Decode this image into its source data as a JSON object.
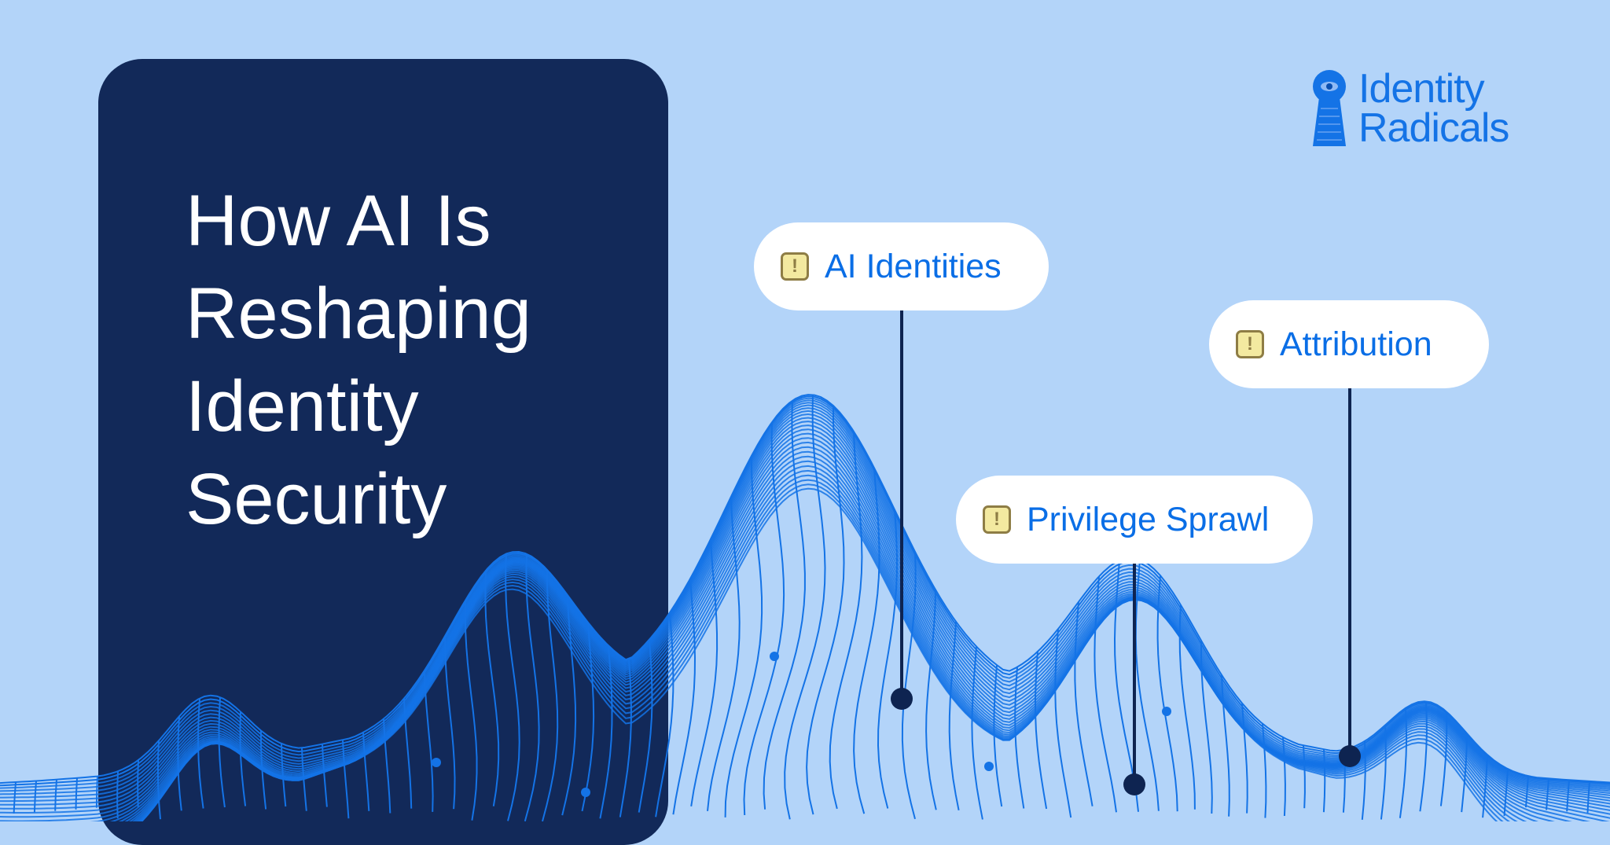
{
  "headline": {
    "lines": [
      "How AI Is",
      "Reshaping",
      "Identity",
      "Security"
    ]
  },
  "brand": {
    "name_line1": "Identity",
    "name_line2": "Radicals",
    "logo_icon": "keyhole-eye-icon",
    "color": "#1473e6"
  },
  "callouts": [
    {
      "label": "AI Identities",
      "icon": "warning-icon"
    },
    {
      "label": "Privilege Sprawl",
      "icon": "warning-icon"
    },
    {
      "label": "Attribution",
      "icon": "warning-icon"
    }
  ],
  "colors": {
    "background": "#b3d4f9",
    "card": "#122959",
    "accent": "#0a6ee6",
    "terrain_line": "#1473e6",
    "warning_fill": "#f3e9a0",
    "pin": "#0e2451"
  },
  "warning_glyph": "!"
}
